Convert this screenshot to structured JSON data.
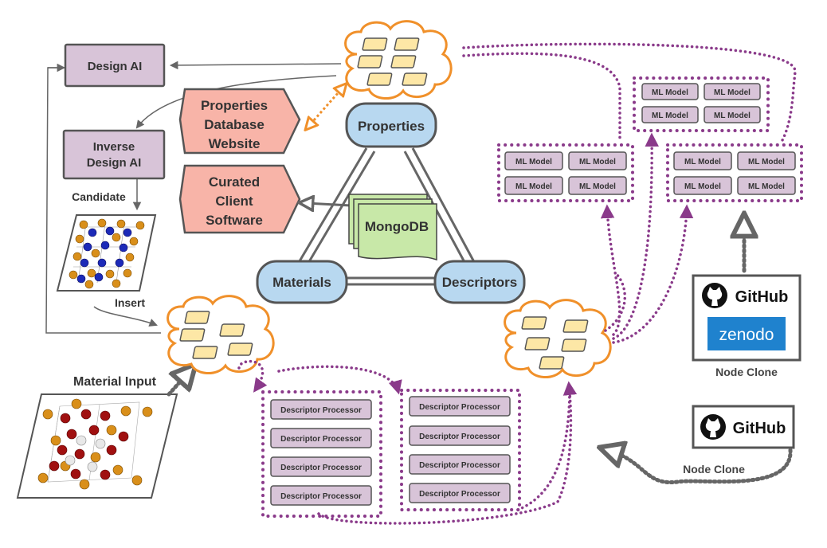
{
  "labels": {
    "design_ai": "Design AI",
    "inverse_design_ai_1": "Inverse",
    "inverse_design_ai_2": "Design AI",
    "candidate": "Candidate",
    "insert": "Insert",
    "material_input": "Material Input",
    "properties_website_1": "Properties",
    "properties_website_2": "Database",
    "properties_website_3": "Website",
    "curated_client_1": "Curated",
    "curated_client_2": "Client",
    "curated_client_3": "Software",
    "properties": "Properties",
    "materials": "Materials",
    "descriptors": "Descriptors",
    "mongodb": "MongoDB",
    "ml_model": "ML Model",
    "descriptor_processor": "Descriptor Processor",
    "github": "GitHub",
    "zenodo": "zenodo",
    "node_clone": "Node Clone",
    "node_clone_2": "Node Clone"
  },
  "colors": {
    "ai_box": "#d8c4d8",
    "website_box": "#f8b4a8",
    "db_node": "#b8d8f0",
    "mongodb": "#c8e8a8",
    "cloud_stroke": "#f0902a",
    "cloud_brick": "#fde7a6",
    "purple_dots": "#8a3a8a",
    "processor_box": "#d8c4d8",
    "gray_dots": "#6a6a6a",
    "zenodo_blue": "#1f82ce",
    "atom_gold": "#d98f1a",
    "atom_blue": "#1c2ab8",
    "atom_red": "#a01010",
    "atom_white": "#e8e8e8"
  }
}
